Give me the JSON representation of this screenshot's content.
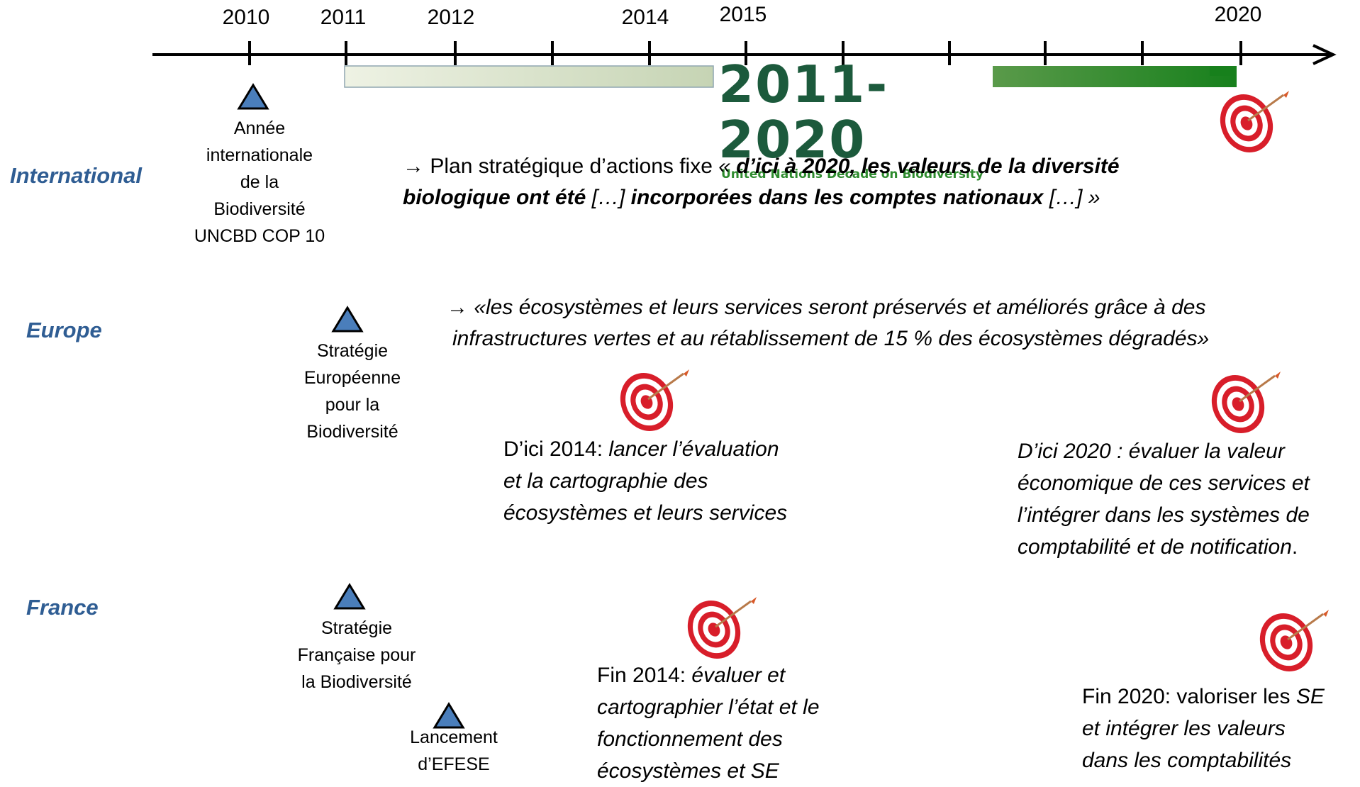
{
  "timeline": {
    "years": [
      {
        "label": "2010",
        "year": 2010
      },
      {
        "label": "2011",
        "year": 2011
      },
      {
        "label": "2012",
        "year": 2012
      },
      {
        "label": "2014",
        "year": 2014
      },
      {
        "label": "2015",
        "year": 2015
      },
      {
        "label": "2020",
        "year": 2020
      }
    ],
    "decade_logo": {
      "years": "2011-2020",
      "subtitle": "United Nations Decade on Biodiversity"
    }
  },
  "regions": {
    "international": "International",
    "europe": "Europe",
    "france": "France"
  },
  "events": {
    "intl_2010": [
      "Année",
      "internationale",
      "de la",
      "Biodiversité",
      "UNCBD COP 10"
    ],
    "eu_2011": [
      "Stratégie",
      "Européenne",
      "pour la",
      "Biodiversité"
    ],
    "fr_2011": [
      "Stratégie",
      "Française pour",
      "la Biodiversité"
    ],
    "efese": [
      "Lancement",
      "d’EFESE"
    ]
  },
  "quotes": {
    "international": {
      "arrow": "→",
      "lead": " Plan stratégique d’actions fixe ",
      "open": "« ",
      "bold1": "d’ici à 2020, les valeurs de la diversité biologique ont été",
      "ellipsis1": " […] ",
      "bold2": "incorporées dans les comptes nationaux",
      "ellipsis2": " […] »"
    },
    "europe": {
      "line1": "→ «les écosystèmes et leurs services seront préservés et améliorés grâce à des",
      "line2": "infrastructures vertes et au rétablissement de 15 % des écosystèmes dégradés»"
    }
  },
  "goals": {
    "eu_2014": {
      "prefix": "D’ici 2014:  ",
      "l1": "lancer l’évaluation",
      "l2": "et la cartographie des",
      "l3": "écosystèmes et leurs services"
    },
    "eu_2020": {
      "l1": "D’ici 2020 : évaluer la valeur",
      "l2": "économique de ces services et",
      "l3": "l’intégrer dans les systèmes de",
      "l4": "comptabilité et de notification",
      "l4_end": "."
    },
    "fr_2014": {
      "prefix": "Fin 2014:  ",
      "l1": "évaluer et",
      "l2": "cartographier l’état et le",
      "l3": "fonctionnement des",
      "l4": "écosystèmes et SE"
    },
    "fr_2020": {
      "prefix": "Fin 2020:  valoriser les ",
      "se": "SE",
      "l2": " et intégrer les valeurs",
      "l3": "dans les comptabilités"
    }
  },
  "colors": {
    "region_text": "#2f5d93",
    "triangle_fill": "#4a7ebb",
    "bar_light": "#e3ead6",
    "bar_dark": "#1e7b1e",
    "target_red": "#d81e2a"
  },
  "icons": [
    "triangle-marker-icon",
    "target-dart-icon"
  ]
}
